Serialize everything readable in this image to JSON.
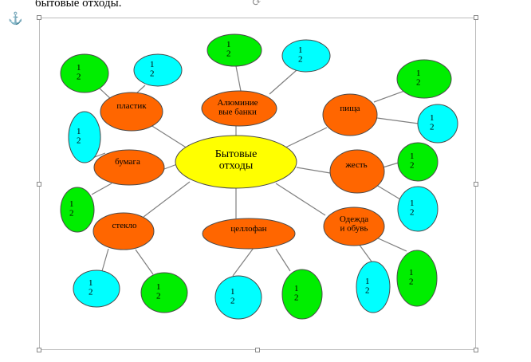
{
  "document": {
    "text_line": "бытовые отходы."
  },
  "icons": {
    "anchor": "anchor-icon",
    "rotate": "rotate-handle-icon"
  },
  "colors": {
    "center": "#ffff00",
    "category": "#ff6600",
    "green": "#00ee00",
    "cyan": "#00ffff",
    "line": "#7f7f7f"
  },
  "diagram": {
    "center": [
      "Бытовые",
      "отходы"
    ],
    "categories": [
      {
        "id": "plastic",
        "lines": [
          "пластик"
        ]
      },
      {
        "id": "aluminum",
        "lines": [
          "Алюминие",
          "вые банки"
        ]
      },
      {
        "id": "food",
        "lines": [
          "пища"
        ]
      },
      {
        "id": "paper",
        "lines": [
          "бумага"
        ]
      },
      {
        "id": "tin",
        "lines": [
          "жесть"
        ]
      },
      {
        "id": "glass",
        "lines": [
          "стекло"
        ]
      },
      {
        "id": "cellophane",
        "lines": [
          "целлофан"
        ]
      },
      {
        "id": "clothes",
        "lines": [
          "Одежда",
          "и обувь"
        ]
      }
    ],
    "leaf_text": [
      "1",
      "2"
    ]
  }
}
